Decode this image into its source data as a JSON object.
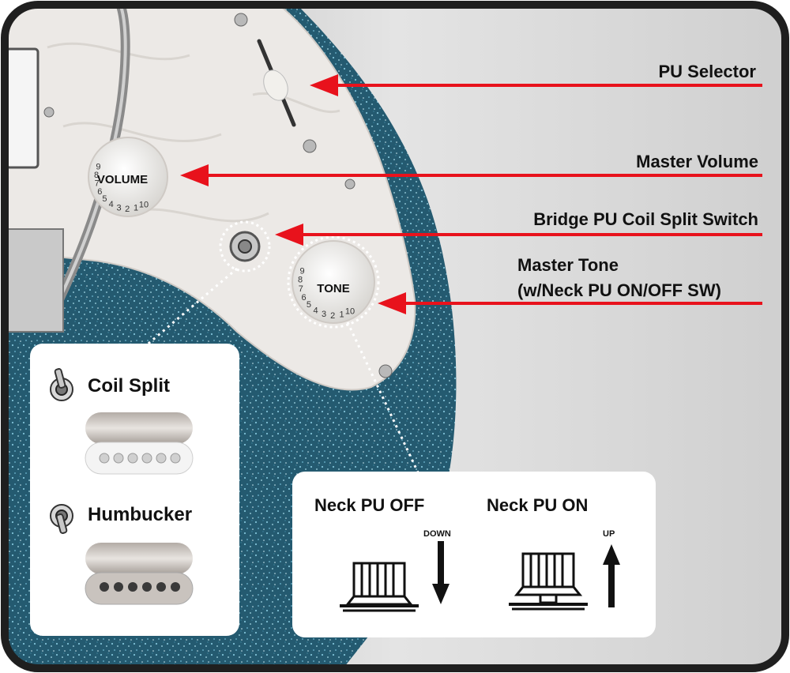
{
  "colors": {
    "arrow": "#e8121c",
    "body_sparkle": "#2d6f86",
    "pickguard": "#ece9e6",
    "background": "#d4d4d4",
    "frame": "#1f1f1f"
  },
  "callouts": [
    {
      "id": "pu-selector",
      "label": "PU Selector"
    },
    {
      "id": "master-volume",
      "label": "Master Volume"
    },
    {
      "id": "coil-split-switch",
      "label": "Bridge PU Coil Split  Switch"
    },
    {
      "id": "master-tone",
      "label": "Master Tone",
      "sublabel": "(w/Neck PU ON/OFF  SW)"
    }
  ],
  "knobs": {
    "volume_label": "VOLUME",
    "tone_label": "TONE",
    "volume_scale": [
      "9",
      "8",
      "7",
      "6",
      "5",
      "4",
      "3",
      "2",
      "1",
      "10"
    ],
    "tone_scale": [
      "9",
      "8",
      "7",
      "6",
      "5",
      "4",
      "3",
      "2",
      "1",
      "10"
    ]
  },
  "coil_panel": {
    "coil_split_label": "Coil Split",
    "humbucker_label": "Humbucker"
  },
  "neck_panel": {
    "off_label": "Neck PU OFF",
    "on_label": "Neck PU ON",
    "down_label": "DOWN",
    "up_label": "UP"
  },
  "icons": [
    "toggle-switch-icon",
    "single-coil-pickup-icon",
    "humbucker-pickup-icon",
    "knob-down-icon",
    "knob-up-icon",
    "arrow-down-icon",
    "arrow-up-icon"
  ]
}
